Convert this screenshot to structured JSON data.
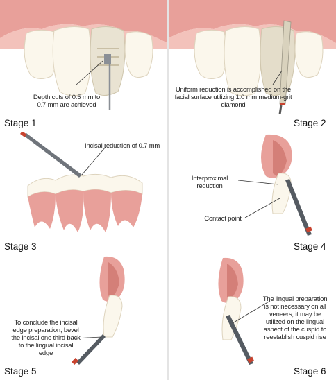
{
  "stages": [
    {
      "label": "Stage 1",
      "annotations": [
        "Depth cuts of 0.5 mm to 0.7 mm are achieved"
      ]
    },
    {
      "label": "Stage 2",
      "annotations": [
        "Uniform reduction is accomplished on the facial surface utilizing 1.0 mm medium-grit diamond"
      ]
    },
    {
      "label": "Stage 3",
      "annotations": [
        "Incisal reduction of 0.7 mm"
      ]
    },
    {
      "label": "Stage 4",
      "annotations": [
        "Interproximal reduction",
        "Contact point"
      ]
    },
    {
      "label": "Stage 5",
      "annotations": [
        "To conclude the incisal edge preparation, bevel the incisal one third back to the lingual incisal edge"
      ]
    },
    {
      "label": "Stage 6",
      "annotations": [
        "The lingual preparation is not necessary on all veneers, it may be utilized on the lingual aspect of the cuspid to reestablish cuspid rise"
      ]
    }
  ],
  "colors": {
    "gum": "#e8a09a",
    "gum_dark": "#d47f78",
    "tooth": "#fbf7ec",
    "tooth_shadow": "#e6dfcc",
    "bur_metal": "#8a8f96",
    "bur_band": "#c8432f"
  }
}
